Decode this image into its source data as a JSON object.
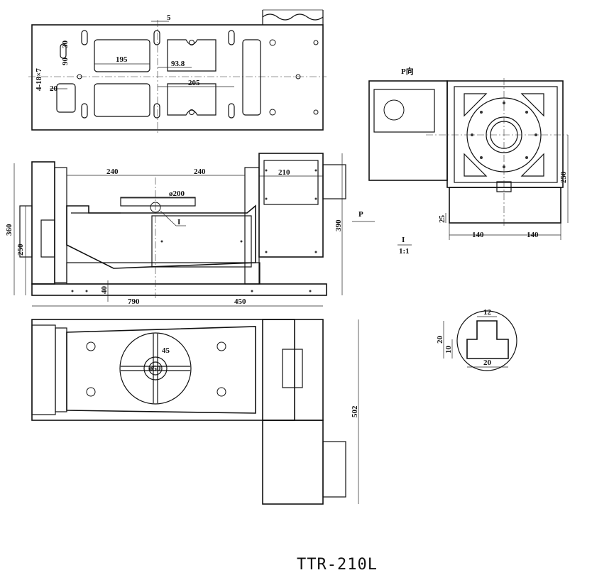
{
  "title": "TTR-210L",
  "top_view": {
    "dim_5": "5",
    "dim_30": "30",
    "dim_90": "90",
    "dim_holes": "4-18×7",
    "dim_20": "20",
    "dim_195": "195",
    "dim_93_8": "93.8",
    "dim_205": "205"
  },
  "front_view": {
    "dim_240_left": "240",
    "dim_240_right": "240",
    "dim_210": "210",
    "dim_phi200": "ø200",
    "detail_ref": "I",
    "dim_360": "360",
    "dim_250": "250",
    "dim_390": "390",
    "dim_40": "40",
    "dim_790": "790",
    "dim_450": "450",
    "view_arrow": "P"
  },
  "p_view": {
    "label": "P向",
    "dim_250": "250",
    "dim_25": "25",
    "dim_140_left": "140",
    "dim_140_right": "140"
  },
  "detail": {
    "ref": "I",
    "scale": "1:1",
    "dim_12": "12",
    "dim_20_side": "20",
    "dim_10": "10",
    "dim_20_bottom": "20"
  },
  "plan_view": {
    "dim_45": "45",
    "dim_phi50": "ø50",
    "dim_502": "502"
  }
}
